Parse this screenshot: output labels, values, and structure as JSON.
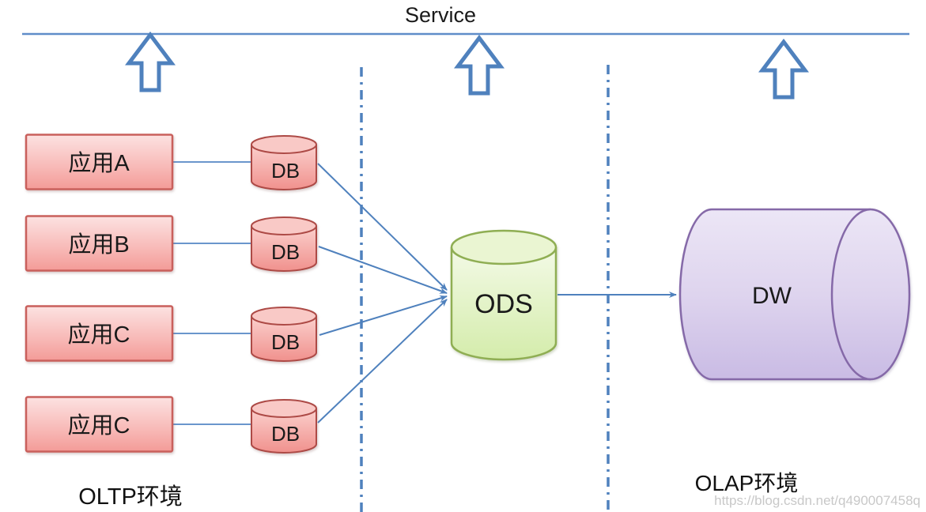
{
  "service": {
    "label": "Service"
  },
  "apps": [
    {
      "label": "应用A",
      "db_label": "DB"
    },
    {
      "label": "应用B",
      "db_label": "DB"
    },
    {
      "label": "应用C",
      "db_label": "DB"
    },
    {
      "label": "应用C",
      "db_label": "DB"
    }
  ],
  "ods": {
    "label": "ODS"
  },
  "dw": {
    "label": "DW"
  },
  "zones": {
    "oltp_label": "OLTP环境",
    "olap_label": "OLAP环境"
  },
  "watermark": "https://blog.csdn.net/q490007458q",
  "colors": {
    "accent_blue": "#4f81bd",
    "line_blue": "#5f8dc9",
    "app_box_fill_top": "#fcdedd",
    "app_box_fill_bottom": "#f39b97",
    "app_box_border": "#c9605c",
    "db_fill_top": "#fbd5d3",
    "db_fill_bottom": "#f0908c",
    "db_border": "#ad4a46",
    "ods_fill_top": "#f1f9e0",
    "ods_fill_bottom": "#d4ecab",
    "ods_border": "#8fae53",
    "dw_fill_top": "#eae4f5",
    "dw_fill_bottom": "#c9bbe4",
    "dw_border": "#8569a8",
    "text_color": "#1a1a1a",
    "watermark_color": "#c8c8c8"
  }
}
